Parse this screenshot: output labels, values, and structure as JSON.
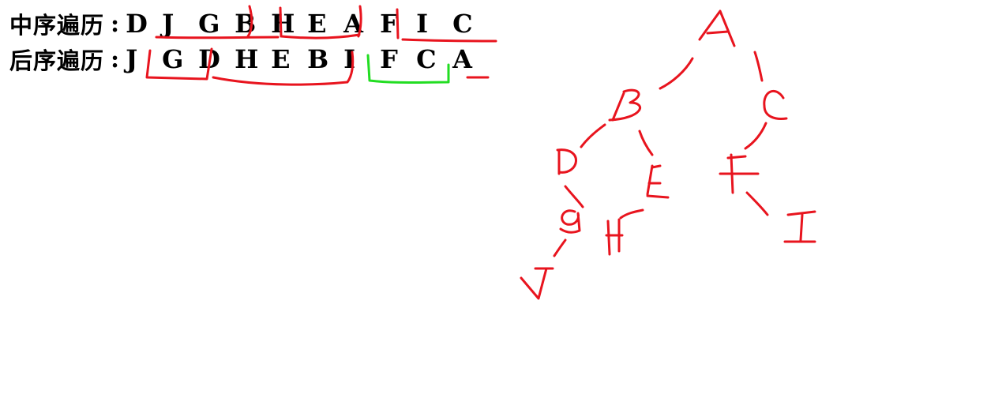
{
  "inorder": {
    "label": "中序遍历",
    "colon": ":",
    "letters": [
      "D",
      "J",
      "G",
      "B",
      "H",
      "E",
      "A",
      "F",
      "I",
      "C"
    ]
  },
  "postorder": {
    "label": "后序遍历",
    "colon": ":",
    "letters": [
      "J",
      "G",
      "D",
      "H",
      "E",
      "B",
      "I",
      "F",
      "C",
      "A"
    ]
  },
  "tree_nodes": [
    "A",
    "B",
    "C",
    "D",
    "E",
    "F",
    "G",
    "H",
    "I",
    "J"
  ],
  "colors": {
    "ink": "#000000",
    "red": "#e8141e",
    "green": "#22dd22"
  }
}
